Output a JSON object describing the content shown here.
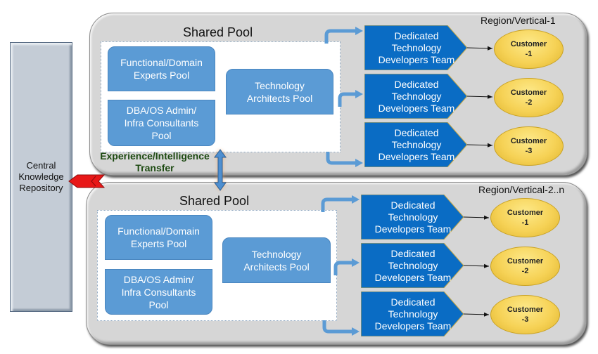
{
  "repository": {
    "label": "Central Knowledge Repository",
    "lines": [
      "Central",
      "Knowledge",
      "Repository"
    ]
  },
  "transfer": {
    "lines": [
      "Experience/Intelligence",
      "Transfer"
    ]
  },
  "colors": {
    "region_bg": "#d6d6d6",
    "pool_box": "#5b9bd5",
    "team_box": "#0a6cc4",
    "customer": "#f6d256",
    "repository": "#c4ccd6",
    "transfer_arrow": "#4f8fd0",
    "red_arrow": "#e81818",
    "transfer_text": "#1d4a12"
  },
  "regions": [
    {
      "label": "Region/Vertical-1",
      "pool_title": "Shared Pool",
      "pools": {
        "functional": "Functional/Domain Experts Pool",
        "dba": "DBA/OS Admin/ Infra Consultants Pool",
        "architects": "Technology Architects Pool"
      },
      "teams": [
        "Dedicated Technology Developers Team",
        "Dedicated Technology Developers Team",
        "Dedicated Technology Developers Team"
      ],
      "customers": [
        {
          "line1": "Customer",
          "line2": "-1"
        },
        {
          "line1": "Customer",
          "line2": "-2"
        },
        {
          "line1": "Customer",
          "line2": "-3"
        }
      ]
    },
    {
      "label": "Region/Vertical-2..n",
      "pool_title": "Shared Pool",
      "pools": {
        "functional": "Functional/Domain Experts Pool",
        "dba": "DBA/OS Admin/ Infra Consultants Pool",
        "architects": "Technology Architects Pool"
      },
      "teams": [
        "Dedicated Technology Developers Team",
        "Dedicated Technology Developers Team",
        "Dedicated Technology Developers Team"
      ],
      "customers": [
        {
          "line1": "Customer",
          "line2": "-1"
        },
        {
          "line1": "Customer",
          "line2": "-2"
        },
        {
          "line1": "Customer",
          "line2": "-3"
        }
      ]
    }
  ]
}
